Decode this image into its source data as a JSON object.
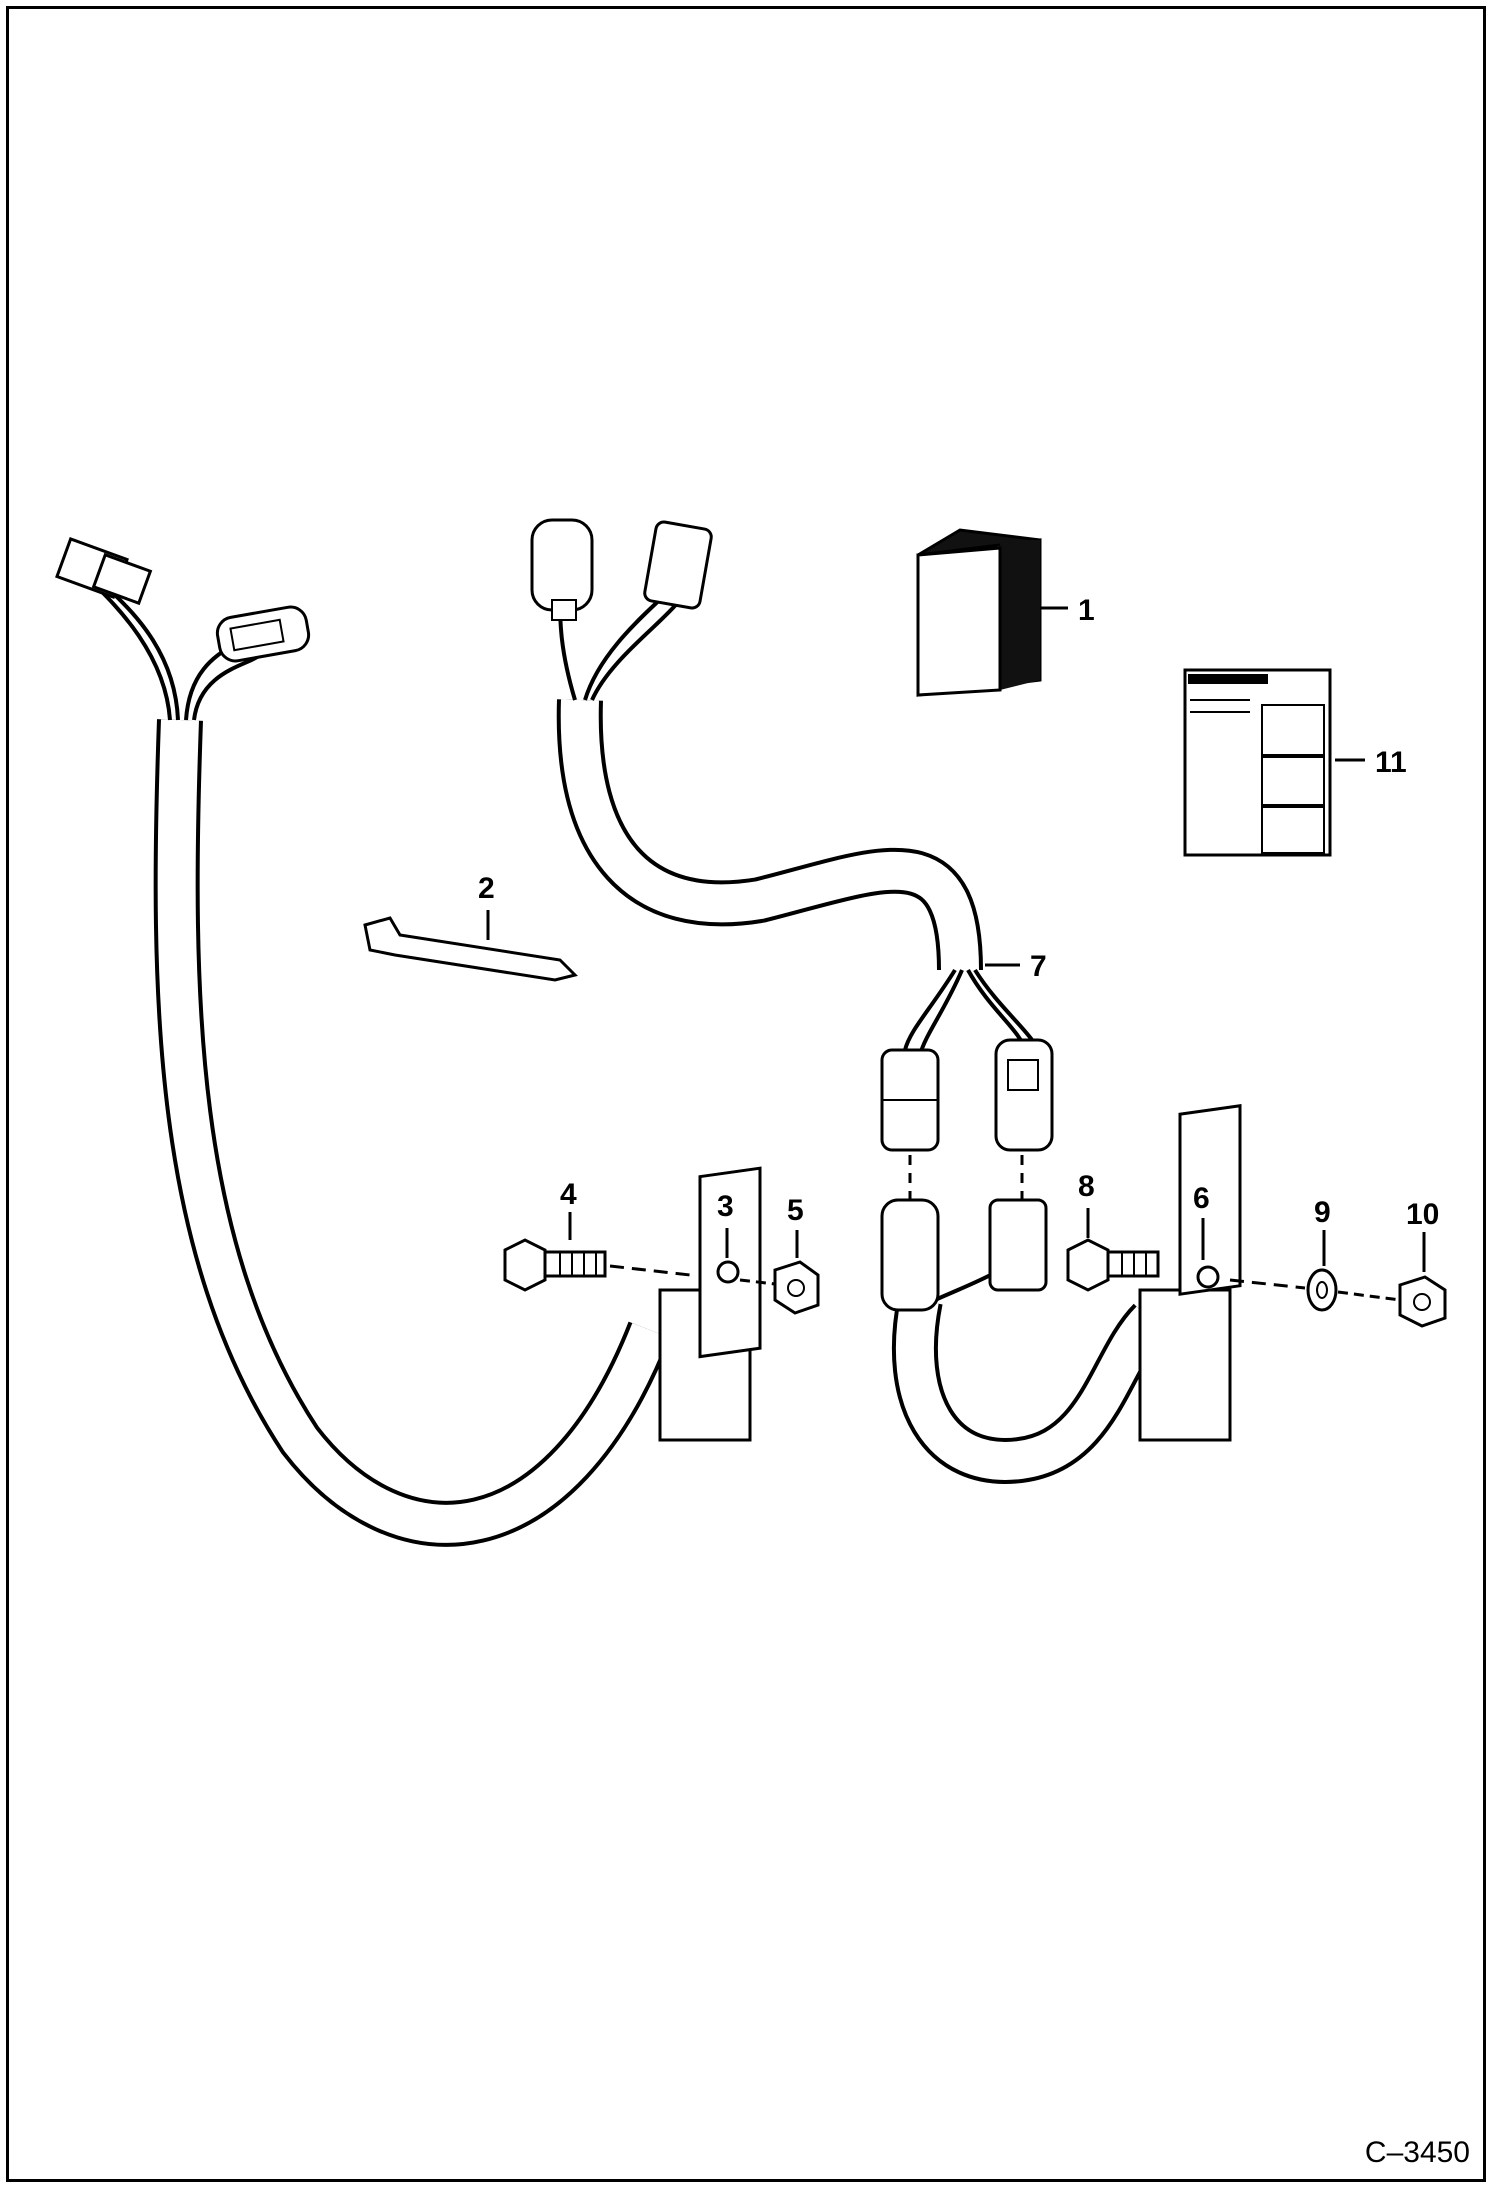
{
  "figure_ref": "C–3450",
  "callouts": {
    "c1": "1",
    "c2": "2",
    "c3": "3",
    "c4": "4",
    "c5": "5",
    "c6": "6",
    "c7": "7",
    "c8": "8",
    "c9": "9",
    "c10": "10",
    "c11": "11"
  },
  "colors": {
    "line": "#000000",
    "fill": "#ffffff",
    "dark": "#111111"
  }
}
